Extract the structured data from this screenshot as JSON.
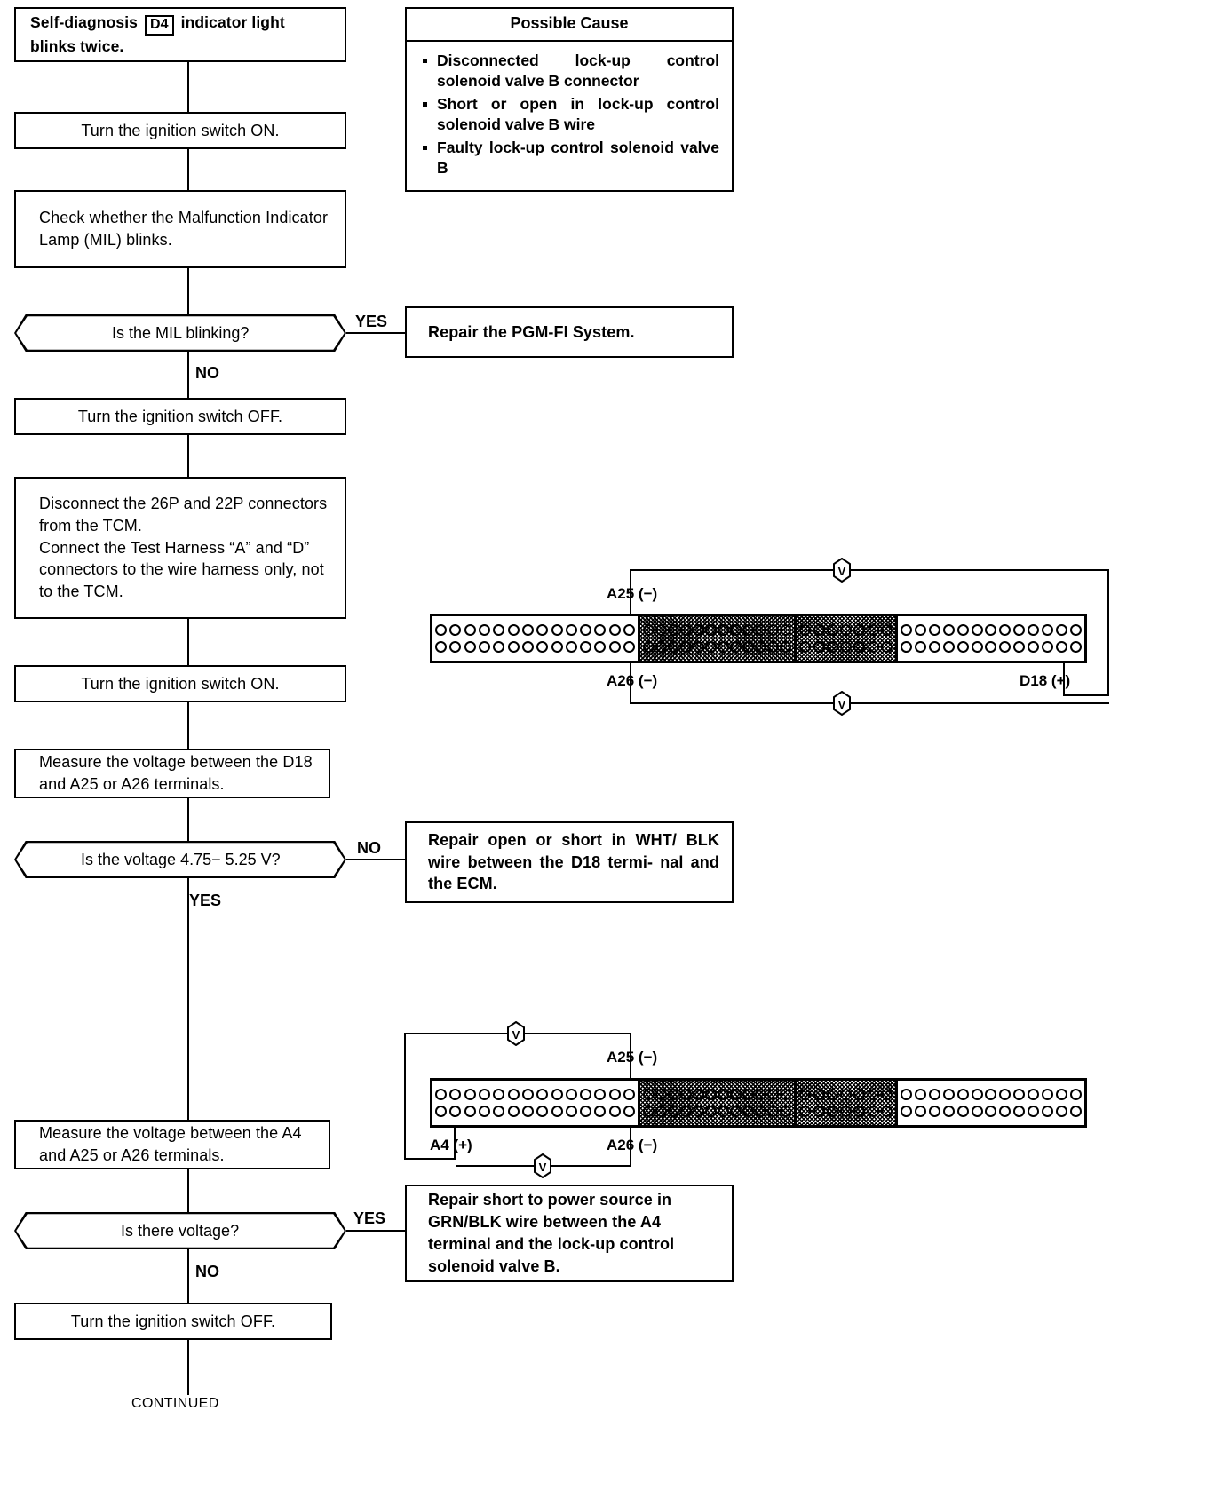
{
  "flow": {
    "start_box": {
      "prefix": "Self-diagnosis",
      "badge": "D4",
      "suffix": "indicator light blinks twice."
    },
    "steps": {
      "ignition_on_1": "Turn the ignition switch ON.",
      "check_mil": "Check whether the Malfunction Indicator Lamp (MIL) blinks.",
      "ignition_off_1": "Turn the ignition switch OFF.",
      "disconnect": "Disconnect the 26P and 22P connectors from the TCM.\nConnect the Test Harness “A” and “D” connectors to the wire harness only, not to the TCM.",
      "ignition_on_2": "Turn the ignition switch ON.",
      "measure_d18": "Measure the voltage between the D18 and A25 or A26 terminals.",
      "measure_a4": "Measure the voltage between the A4 and A25 or A26 terminals.",
      "ignition_off_2": "Turn the ignition switch OFF."
    },
    "decisions": {
      "mil_blinking": "Is the MIL blinking?",
      "voltage_range": "Is the voltage 4.75− 5.25 V?",
      "is_there_voltage": "Is there voltage?"
    },
    "branch_labels": {
      "yes": "YES",
      "no": "NO"
    },
    "outcomes": {
      "repair_pgmfi": "Repair the PGM-FI System.",
      "repair_wht_blk": "Repair open or short in WHT/ BLK wire between the D18 termi- nal and the ECM.",
      "repair_grn_blk": "Repair short to power source in GRN/BLK wire between the A4 terminal and the lock-up control solenoid valve B."
    },
    "continued": "CONTINUED"
  },
  "possible_cause": {
    "title": "Possible Cause",
    "items": [
      "Disconnected lock-up control solenoid valve B connector",
      "Short or open in lock-up control solenoid valve B wire",
      "Faulty lock-up control solenoid valve B"
    ]
  },
  "connector_top": {
    "labels": {
      "a25": "A25 (−)",
      "a26": "A26 (−)",
      "d18": "D18 (+)"
    },
    "meter_symbol": "V",
    "segments": [
      {
        "type": "open",
        "pins_per_row": 14,
        "rows": 2
      },
      {
        "type": "hatch",
        "pins_per_row": 12,
        "rows": 2
      },
      {
        "type": "hatch",
        "pins_per_row": 7,
        "rows": 2
      },
      {
        "type": "open",
        "pins_per_row": 13,
        "rows": 2
      }
    ]
  },
  "connector_bottom": {
    "labels": {
      "a25": "A25 (−)",
      "a26": "A26 (−)",
      "a4": "A4 (+)"
    },
    "meter_symbol": "V",
    "segments": [
      {
        "type": "open",
        "pins_per_row": 14,
        "rows": 2
      },
      {
        "type": "hatch",
        "pins_per_row": 12,
        "rows": 2
      },
      {
        "type": "hatch",
        "pins_per_row": 7,
        "rows": 2
      },
      {
        "type": "open",
        "pins_per_row": 13,
        "rows": 2
      }
    ]
  },
  "colors": {
    "ink": "#000000",
    "paper": "#ffffff"
  }
}
